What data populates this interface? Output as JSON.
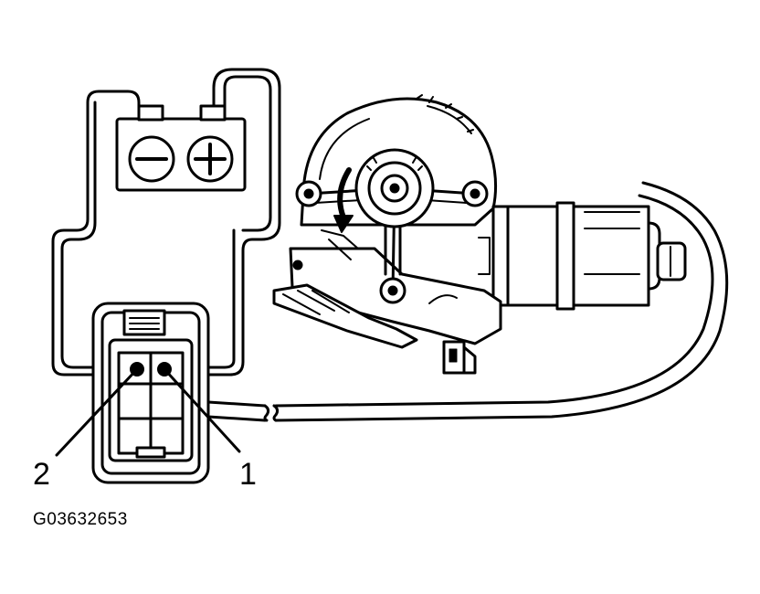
{
  "diagram": {
    "pin_labels": {
      "pin2": "2",
      "pin1": "1"
    },
    "figure_id": "G03632653",
    "colors": {
      "ink": "#000000",
      "paper": "#ffffff"
    }
  }
}
